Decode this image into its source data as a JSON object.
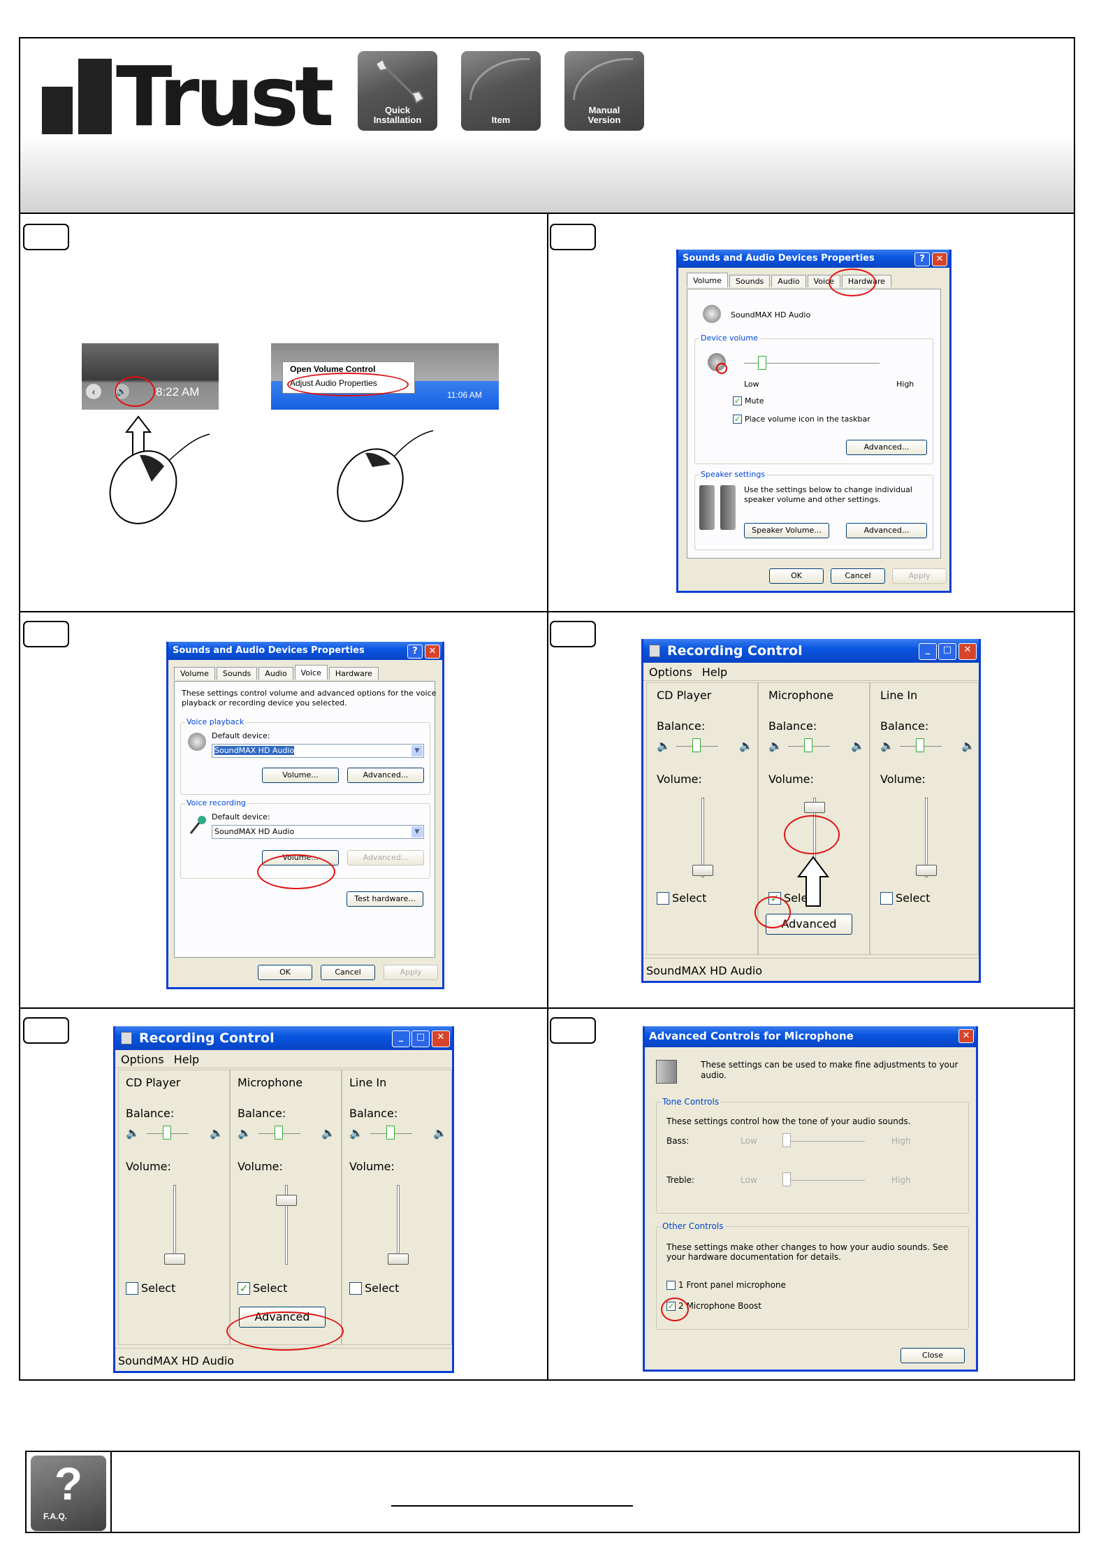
{
  "header": {
    "brand": "Trust",
    "icons": [
      {
        "name": "wrench-icon",
        "label_line1": "Quick",
        "label_line2": "Installation"
      },
      {
        "name": "item-icon",
        "label_line1": "",
        "label_line2": "Item"
      },
      {
        "name": "manual-icon",
        "label_line1": "Manual",
        "label_line2": "Version"
      }
    ]
  },
  "step1": {
    "tray_time_1": "8:22 AM",
    "menu_items": [
      "Open Volume Control",
      "Adjust Audio Properties"
    ],
    "tray_time_2": "11:06 AM"
  },
  "step2": {
    "title": "Sounds and Audio Devices Properties",
    "tabs": [
      "Volume",
      "Sounds",
      "Audio",
      "Voice",
      "Hardware"
    ],
    "device": "SoundMAX HD Audio",
    "device_volume": "Device volume",
    "low": "Low",
    "high": "High",
    "mute": "Mute",
    "place_icon": "Place volume icon in the taskbar",
    "advanced": "Advanced...",
    "speaker_settings": "Speaker settings",
    "speaker_text_1": "Use the settings below to change individual",
    "speaker_text_2": "speaker volume and other settings.",
    "speaker_volume": "Speaker Volume...",
    "advanced2": "Advanced...",
    "ok": "OK",
    "cancel": "Cancel",
    "apply": "Apply"
  },
  "step3": {
    "title": "Sounds and Audio Devices Properties",
    "tabs": [
      "Volume",
      "Sounds",
      "Audio",
      "Voice",
      "Hardware"
    ],
    "intro_1": "These settings control volume and advanced options for the voice",
    "intro_2": "playback or recording device you selected.",
    "voice_playback": "Voice playback",
    "default_device": "Default device:",
    "playback_device": "SoundMAX HD Audio",
    "volume": "Volume...",
    "advanced": "Advanced...",
    "voice_recording": "Voice recording",
    "default_device2": "Default device:",
    "recording_device": "SoundMAX HD Audio",
    "volume2": "Volume...",
    "advanced2": "Advanced...",
    "test_hardware": "Test hardware...",
    "ok": "OK",
    "cancel": "Cancel",
    "apply": "Apply"
  },
  "step4": {
    "title": "Recording Control",
    "menu": [
      "Options",
      "Help"
    ],
    "columns": [
      "CD Player",
      "Microphone",
      "Line In"
    ],
    "balance": "Balance:",
    "volume": "Volume:",
    "select": "Select",
    "advanced": "Advanced",
    "status": "SoundMAX HD Audio"
  },
  "step5": {
    "title": "Recording Control",
    "menu": [
      "Options",
      "Help"
    ],
    "columns": [
      "CD Player",
      "Microphone",
      "Line In"
    ],
    "balance": "Balance:",
    "volume": "Volume:",
    "select": "Select",
    "advanced": "Advanced",
    "status": "SoundMAX HD Audio"
  },
  "step6": {
    "title": "Advanced Controls for Microphone",
    "intro_1": "These settings can be used to make fine adjustments to your",
    "intro_2": "audio.",
    "tone_controls": "Tone Controls",
    "tone_text": "These settings control how the tone of your audio sounds.",
    "bass": "Bass:",
    "treble": "Treble:",
    "low": "Low",
    "high": "High",
    "other_controls": "Other Controls",
    "other_text_1": "These settings make other changes to how your audio sounds.  See",
    "other_text_2": "your hardware documentation for details.",
    "option1": "1  Front panel microphone",
    "option2": "2  Microphone Boost",
    "close": "Close"
  },
  "faq": {
    "label": "F.A.Q."
  }
}
